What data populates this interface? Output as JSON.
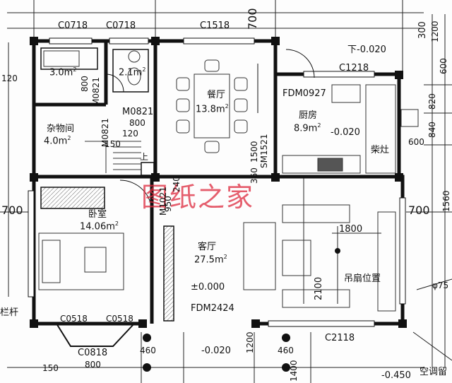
{
  "watermark": "图纸之家",
  "rooms": {
    "dining": {
      "name": "餐厅",
      "area": "13.8m",
      "sup": "2"
    },
    "kitchen": {
      "name": "厨房",
      "area": "8.9m",
      "sup": "2",
      "level": "-0.020",
      "stove": "柴灶"
    },
    "storage": {
      "name": "杂物间",
      "area": "4.0m",
      "sup": "2"
    },
    "bedroom": {
      "name": "卧室",
      "area": "14.06m",
      "sup": "2"
    },
    "living": {
      "name": "客厅",
      "area": "27.5m",
      "sup": "2",
      "level": "±0.000"
    },
    "bath1": {
      "area": "3.0m",
      "sup": "2"
    },
    "bath2": {
      "area": "2.1m",
      "sup": "2"
    }
  },
  "openings": {
    "c0718a": "C0718",
    "c0718b": "C0718",
    "c1518": "C1518",
    "c1218": "C1218",
    "c2118": "C2118",
    "c0818": "C0818",
    "c0518a": "C0518",
    "c0518b": "C0518",
    "fdm0927": "FDM0927",
    "fdm2424": "FDM2424",
    "sm1521": "SM1521",
    "m0821a": "M0821",
    "m0821b": "M0821",
    "m0821c": "M0821",
    "m1021": "M1021"
  },
  "levels": {
    "top_right": "下-0.020",
    "bottom_mid": "-0.020",
    "bottom_right": "-0.450"
  },
  "dims": {
    "d700_top": "700",
    "d700_left": "700",
    "d700_right": "700",
    "d300": "300",
    "d120_left": "120",
    "d800": "800",
    "d120": "120",
    "d800b": "800",
    "d150": "150",
    "d1500": "1500",
    "d360": "360",
    "d950": "950",
    "d240": "240",
    "d1800": "1800",
    "d2100": "2100",
    "d1200": "1200",
    "d460a": "460",
    "d460b": "460",
    "d1400": "1400",
    "d820": "820",
    "d840": "840",
    "d600": "600",
    "d600b": "600",
    "d800c": "800",
    "d150b": "150",
    "d1200b": "1200",
    "d1560": "1560"
  },
  "labels": {
    "fan": "吊扇位置",
    "railing": "栏杆",
    "phi": "φ75",
    "ac": "空调留",
    "stair_up": "上"
  }
}
